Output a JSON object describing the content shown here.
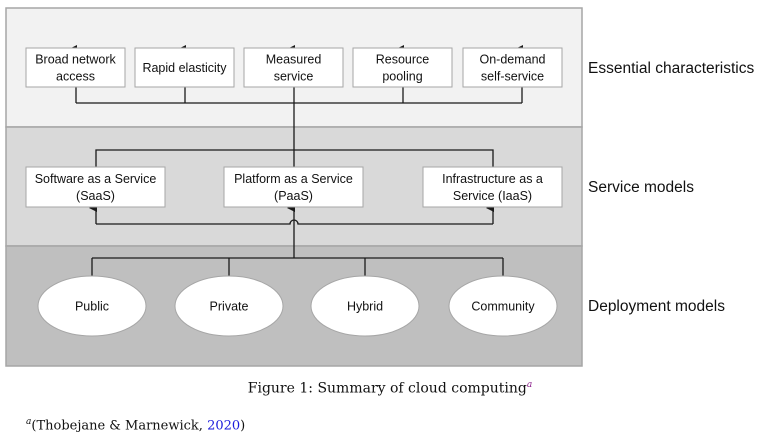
{
  "layers": [
    {
      "label": "Essential characteristics",
      "fill": "#f2f2f2",
      "items": [
        [
          "Broad network",
          "access"
        ],
        [
          "Rapid elasticity"
        ],
        [
          "Measured",
          "service"
        ],
        [
          "Resource",
          "pooling"
        ],
        [
          "On-demand",
          "self-service"
        ]
      ]
    },
    {
      "label": "Service models",
      "fill": "#d9d9d9",
      "items": [
        [
          "Software as a Service",
          "(SaaS)"
        ],
        [
          "Platform as a Service",
          "(PaaS)"
        ],
        [
          "Infrastructure as a",
          "Service (IaaS)"
        ]
      ]
    },
    {
      "label": "Deployment models",
      "fill": "#bfbfbf",
      "items": [
        [
          "Public"
        ],
        [
          "Private"
        ],
        [
          "Hybrid"
        ],
        [
          "Community"
        ]
      ]
    }
  ],
  "caption": {
    "text": "Figure 1: Summary of cloud computing",
    "marker": "a"
  },
  "footnote": {
    "marker": "a",
    "prefix": "(Thobejane & Marnewick, ",
    "year": "2020",
    "suffix": ")"
  },
  "colors": {
    "line": "#1a1a1a",
    "band_border": "#a6a6a6",
    "box_border": "#a6a6a6",
    "link": "#1a1adc",
    "caption_marker": "#8a1c8a"
  }
}
